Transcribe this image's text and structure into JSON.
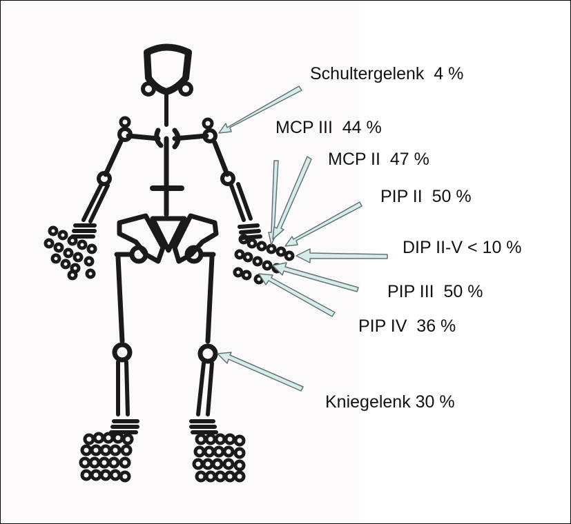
{
  "labels": {
    "shoulder": "Schultergelenk  4 %",
    "mcp3": "MCP III  44 %",
    "mcp2": "MCP II  47 %",
    "pip2": "PIP II  50 %",
    "dip": "DIP II-V < 10 %",
    "pip3": "PIP III  50 %",
    "pip4": "PIP IV  36 %",
    "knee": "Kniegelenk 30 %"
  },
  "colors": {
    "skeleton": "#1a1a1a",
    "arrow_fill": "#d7ebeb",
    "arrow_stroke": "#5f7373",
    "background": "#ffffff"
  }
}
